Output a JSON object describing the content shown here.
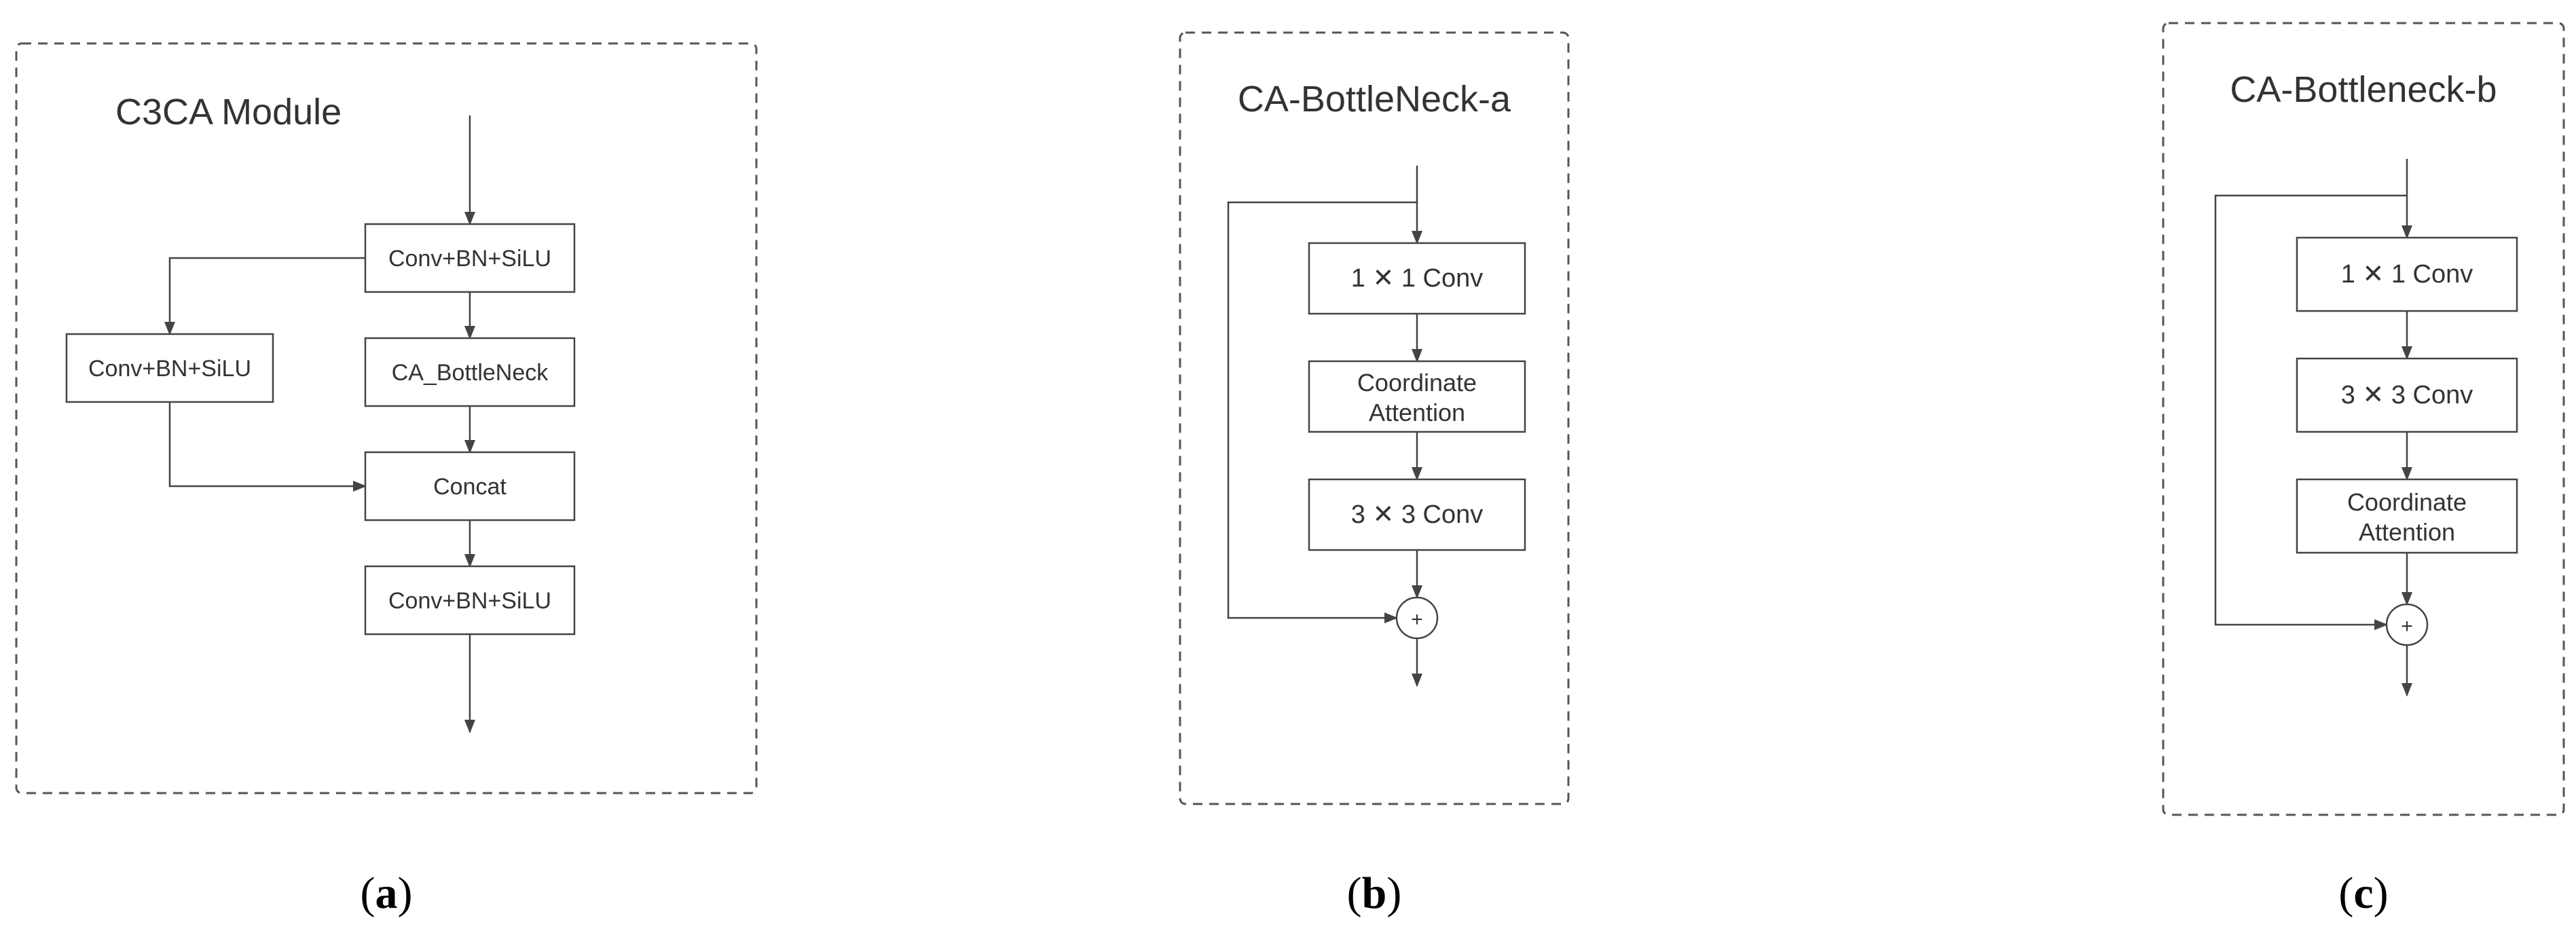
{
  "panels": [
    {
      "id": "a",
      "title": "C3CA Module",
      "caption": {
        "open": "(",
        "letter": "a",
        "close": ")"
      },
      "boxes": {
        "conv_top": "Conv+BN+SiLU",
        "conv_left": "Conv+BN+SiLU",
        "bottleneck": "CA_BottleNeck",
        "concat": "Concat",
        "conv_bottom": "Conv+BN+SiLU"
      }
    },
    {
      "id": "b",
      "title": "CA-BottleNeck-a",
      "caption": {
        "open": "(",
        "letter": "b",
        "close": ")"
      },
      "boxes": {
        "conv1": "1 ✕ 1 Conv",
        "attention_line1": "Coordinate",
        "attention_line2": "Attention",
        "conv3": "3 ✕ 3 Conv",
        "add": "+"
      }
    },
    {
      "id": "c",
      "title": "CA-Bottleneck-b",
      "caption": {
        "open": "(",
        "letter": "c",
        "close": ")"
      },
      "boxes": {
        "conv1": "1 ✕ 1 Conv",
        "conv3": "3 ✕ 3 Conv",
        "attention_line1": "Coordinate",
        "attention_line2": "Attention",
        "add": "+"
      }
    }
  ]
}
